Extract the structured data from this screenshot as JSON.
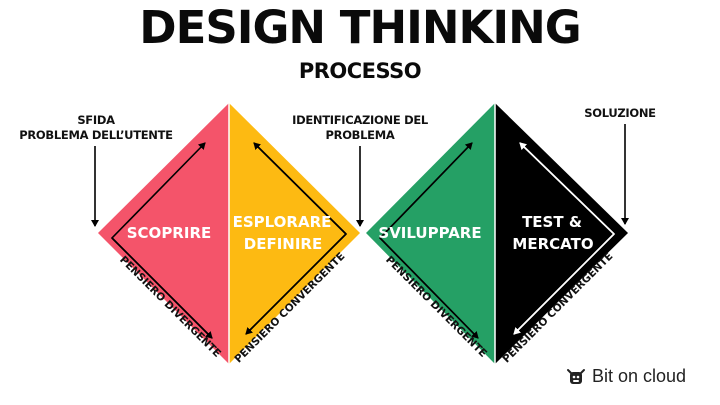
{
  "header": {
    "title": "DESIGN THINKING",
    "subtitle": "PROCESSO"
  },
  "annotations": [
    {
      "id": "sfida",
      "line1": "SFIDA",
      "line2": "PROBLEMA DELL’UTENTE"
    },
    {
      "id": "identificazione",
      "line1": "IDENTIFICAZIONE DEL",
      "line2": "PROBLEMA"
    },
    {
      "id": "soluzione",
      "line1": "SOLUZIONE"
    }
  ],
  "phases": [
    {
      "label_lines": [
        "SCOPRIRE"
      ],
      "color": "#F4546A"
    },
    {
      "label_lines": [
        "ESPLORARE",
        "DEFINIRE"
      ],
      "color": "#FDBA12"
    },
    {
      "label_lines": [
        "SVILUPPARE"
      ],
      "color": "#25A065"
    },
    {
      "label_lines": [
        "TEST &",
        "MERCATO"
      ],
      "color": "#000000"
    }
  ],
  "edge_labels": {
    "divergent": "PENSIERO DIVERGENTE",
    "convergent": "PENSIERO CONVERGENTE"
  },
  "brand": {
    "name": "Bit on cloud",
    "icon": "cow-icon"
  }
}
